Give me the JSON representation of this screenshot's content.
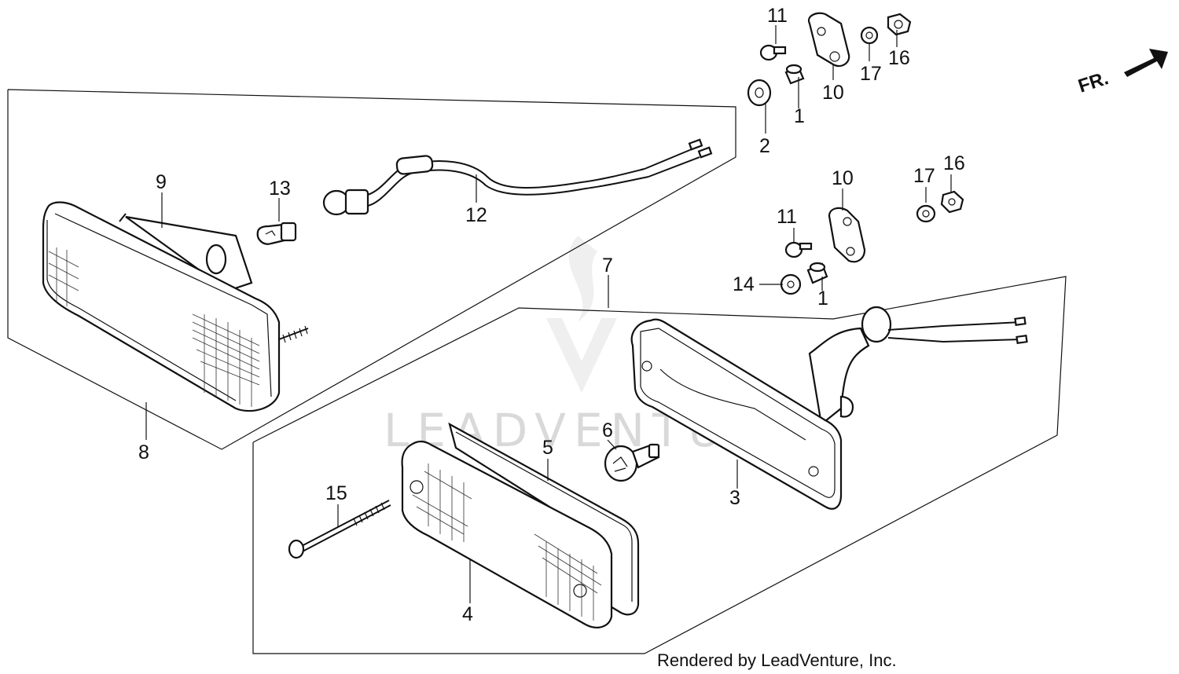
{
  "diagram": {
    "footer": "Rendered by LeadVenture, Inc.",
    "direction_label": "FR.",
    "watermark_text": "LEADVENTURE",
    "callouts": [
      "1",
      "1",
      "2",
      "3",
      "4",
      "5",
      "6",
      "7",
      "8",
      "9",
      "10",
      "10",
      "11",
      "11",
      "12",
      "13",
      "14",
      "15",
      "16",
      "16",
      "17",
      "17"
    ]
  }
}
